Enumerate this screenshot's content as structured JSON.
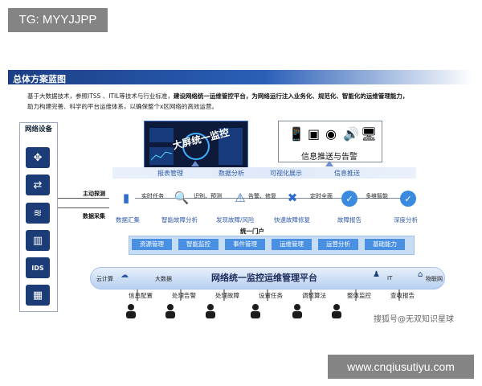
{
  "watermarks": {
    "top": "TG: MYYJJPP",
    "bottom": "www.cnqiusutiyu.com",
    "mid": "搜狐号@无双知识星球"
  },
  "section": {
    "title": "总体方案蓝图"
  },
  "description": {
    "line1_plain": "基于大数据技术，参照ITSS 、ITIL等技术与行业标准，",
    "line1_bold": "建设网络统一运维管控平台，为网络运行注入业务化、规范化、智能化的运维管理能力，",
    "line2_plain": "助力构建完善、科学的平台运维体系，以确保整个x区网络的高效运营。"
  },
  "network": {
    "title": "网络设备",
    "devices": [
      "crossroad-router-icon",
      "switch-icon",
      "wifi-icon",
      "server-rack-icon",
      "ids-icon",
      "firewall-icon"
    ]
  },
  "collect": {
    "active": "主动探测",
    "data": "数据采集"
  },
  "top": {
    "screen": "大屏统一监控",
    "push": "信息推送与告警",
    "band": [
      "报表管理",
      "数据分析",
      "可视化展示",
      "信息推送"
    ]
  },
  "flow": {
    "steps": [
      "数据汇集",
      "智能故障分析",
      "发现故障/风险",
      "快速故障修复",
      "故障报告",
      "深度分析"
    ],
    "links": [
      "实时任务",
      "识别、预测",
      "告警、修复",
      "定时全面",
      "多维智能"
    ]
  },
  "portal": "统一门户",
  "modules": [
    "资源管理",
    "智能监控",
    "事件管理",
    "运维管理",
    "运营分析",
    "基础能力"
  ],
  "platform": {
    "title": "网络统一监控运维管理平台",
    "left": [
      "云计算",
      "大数据"
    ],
    "right": [
      "IT",
      "物联网"
    ]
  },
  "roles": [
    "信息配置",
    "处理告警",
    "处理故障",
    "设置任务",
    "调整算法",
    "整体监控",
    "查收报告"
  ],
  "colors": {
    "navy": "#1b3f85",
    "blue": "#3a8be0",
    "module": "#4a90e2"
  }
}
